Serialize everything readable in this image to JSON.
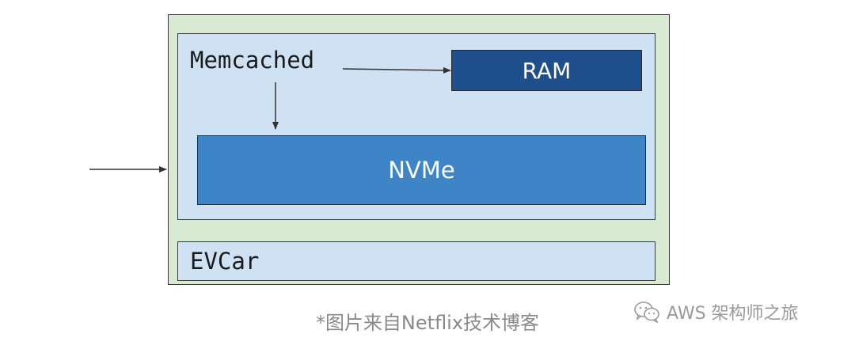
{
  "diagram": {
    "memcached_label": "Memcached",
    "ram_label": "RAM",
    "nvme_label": "NVMe",
    "evcar_label": "EVCar"
  },
  "caption": "*图片来自Netflix技术博客",
  "watermark": {
    "text": "AWS 架构师之旅",
    "icon": "wechat-icon"
  },
  "colors": {
    "outer_fill": "#d9ead3",
    "inner_fill": "#cfe2f3",
    "ram_fill": "#1f4e8c",
    "nvme_fill": "#3d85c6"
  }
}
